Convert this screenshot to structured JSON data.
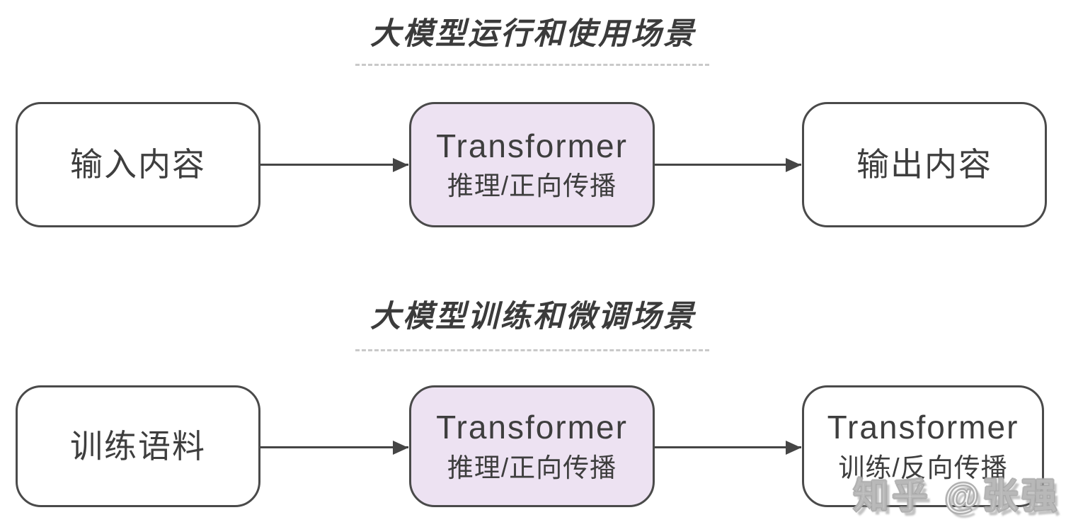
{
  "colors": {
    "purple_node_fill": "#ede2f2",
    "node_border": "#4a4a4a",
    "node_text": "#3e3e3e",
    "arrow": "#454545",
    "divider_dash": "#c9c9c9",
    "background": "#ffffff"
  },
  "flows": [
    {
      "title": "大模型运行和使用场景",
      "nodes": [
        {
          "label": "输入内容"
        },
        {
          "label": "Transformer",
          "sublabel": "推理/正向传播"
        },
        {
          "label": "输出内容"
        }
      ]
    },
    {
      "title": "大模型训练和微调场景",
      "nodes": [
        {
          "label": "训练语料"
        },
        {
          "label": "Transformer",
          "sublabel": "推理/正向传播"
        },
        {
          "label": "Transformer",
          "sublabel": "训练/反向传播"
        }
      ]
    }
  ],
  "watermark": {
    "text": "知乎 @张强"
  }
}
